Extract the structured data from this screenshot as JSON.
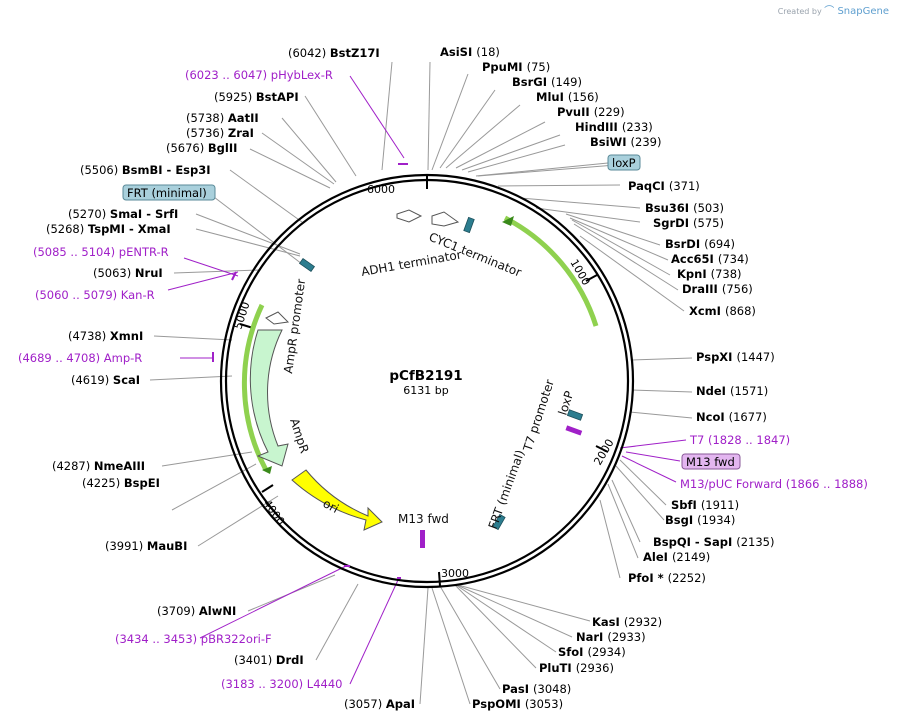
{
  "credit": {
    "prefix": "Created by",
    "brand": "SnapGene"
  },
  "plasmid": {
    "name": "pCfB2191",
    "length_label": "6131 bp",
    "length": 6131
  },
  "ticks": [
    "1000",
    "2000",
    "3000",
    "4000",
    "5000",
    "6000"
  ],
  "enzymes": [
    {
      "pos": "(6042)",
      "name": "BstZ17I"
    },
    {
      "name": "AsiSI",
      "pos": "(18)"
    },
    {
      "name": "PpuMI",
      "pos": "(75)"
    },
    {
      "name": "BsrGI",
      "pos": "(149)"
    },
    {
      "name": "MluI",
      "pos": "(156)"
    },
    {
      "name": "PvuII",
      "pos": "(229)"
    },
    {
      "name": "HindIII",
      "pos": "(233)"
    },
    {
      "name": "BsiWI",
      "pos": "(239)"
    },
    {
      "name": "PaqCI",
      "pos": "(371)"
    },
    {
      "name": "Bsu36I",
      "pos": "(503)"
    },
    {
      "name": "SgrDI",
      "pos": "(575)"
    },
    {
      "name": "BsrDI",
      "pos": "(694)"
    },
    {
      "name": "Acc65I",
      "pos": "(734)"
    },
    {
      "name": "KpnI",
      "pos": "(738)"
    },
    {
      "name": "DraIII",
      "pos": "(756)"
    },
    {
      "name": "XcmI",
      "pos": "(868)"
    },
    {
      "name": "PspXI",
      "pos": "(1447)"
    },
    {
      "name": "NdeI",
      "pos": "(1571)"
    },
    {
      "name": "NcoI",
      "pos": "(1677)"
    },
    {
      "name": "SbfI",
      "pos": "(1911)"
    },
    {
      "name": "BsgI",
      "pos": "(1934)"
    },
    {
      "name": "BspQI - SapI",
      "pos": "(2135)"
    },
    {
      "name": "AleI",
      "pos": "(2149)"
    },
    {
      "name": "PfoI *",
      "pos": "(2252)"
    },
    {
      "name": "KasI",
      "pos": "(2932)"
    },
    {
      "name": "NarI",
      "pos": "(2933)"
    },
    {
      "name": "SfoI",
      "pos": "(2934)"
    },
    {
      "name": "PluTI",
      "pos": "(2936)"
    },
    {
      "name": "PasI",
      "pos": "(3048)"
    },
    {
      "name": "PspOMI",
      "pos": "(3053)"
    },
    {
      "pos": "(3057)",
      "name": "ApaI"
    },
    {
      "pos": "(3401)",
      "name": "DrdI"
    },
    {
      "pos": "(3709)",
      "name": "AlwNI"
    },
    {
      "pos": "(3991)",
      "name": "MauBI"
    },
    {
      "pos": "(4225)",
      "name": "BspEI"
    },
    {
      "pos": "(4287)",
      "name": "NmeAIII"
    },
    {
      "pos": "(4619)",
      "name": "ScaI"
    },
    {
      "pos": "(4738)",
      "name": "XmnI"
    },
    {
      "pos": "(5063)",
      "name": "NruI"
    },
    {
      "pos": "(5268)",
      "name": "TspMI - XmaI"
    },
    {
      "pos": "(5270)",
      "name": "SmaI - SrfI"
    },
    {
      "pos": "(5506)",
      "name": "BsmBI - Esp3I"
    },
    {
      "pos": "(5676)",
      "name": "BglII"
    },
    {
      "pos": "(5736)",
      "name": "ZraI"
    },
    {
      "pos": "(5738)",
      "name": "AatII"
    },
    {
      "pos": "(5925)",
      "name": "BstAPI"
    }
  ],
  "primers": [
    {
      "text": "(6023 .. 6047)  pHybLex-R"
    },
    {
      "text": "(5085 .. 5104)  pENTR-R"
    },
    {
      "text": "(5060 .. 5079)  Kan-R"
    },
    {
      "text": "(4689 .. 4708)  Amp-R"
    },
    {
      "text": "(3434 .. 3453)  pBR322ori-F"
    },
    {
      "text": "(3183 .. 3200)  L4440"
    },
    {
      "text": "T7    (1828 .. 1847)"
    },
    {
      "text": "M13/pUC Forward   (1866 .. 1888)"
    }
  ],
  "boxed_labels": [
    {
      "text": "loxP",
      "color": "#a9d0dc"
    },
    {
      "text": "FRT (minimal)",
      "color": "#a9d0dc"
    },
    {
      "text": "M13 fwd",
      "color": "#e3b6f0"
    }
  ],
  "features": [
    {
      "label": "CYC1 terminator"
    },
    {
      "label": "ADH1 terminator"
    },
    {
      "label": "AmpR promoter"
    },
    {
      "label": "AmpR"
    },
    {
      "label": "ori"
    },
    {
      "label": "M13 fwd"
    },
    {
      "label": "FRT (minimal)"
    },
    {
      "label": "T7 promoter"
    },
    {
      "label": "loxP"
    }
  ],
  "colors": {
    "arrow_green": "#8fd14f",
    "ampr_fill": "#c8f5cf",
    "ori_fill": "#ffff00",
    "primer": "#a020c8",
    "site_teal": "#2c7d8f"
  }
}
